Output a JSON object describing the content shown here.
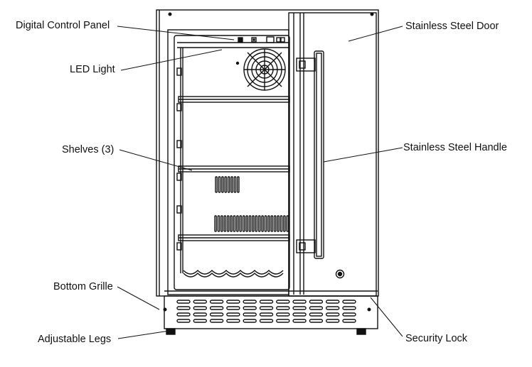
{
  "labels": {
    "digital_control_panel": "Digital Control Panel",
    "led_light": "LED Light",
    "shelves": "Shelves (3)",
    "bottom_grille": "Bottom Grille",
    "adjustable_legs": "Adjustable Legs",
    "stainless_steel_door": "Stainless Steel Door",
    "stainless_steel_handle": "Stainless Steel Handle",
    "security_lock": "Security Lock"
  }
}
